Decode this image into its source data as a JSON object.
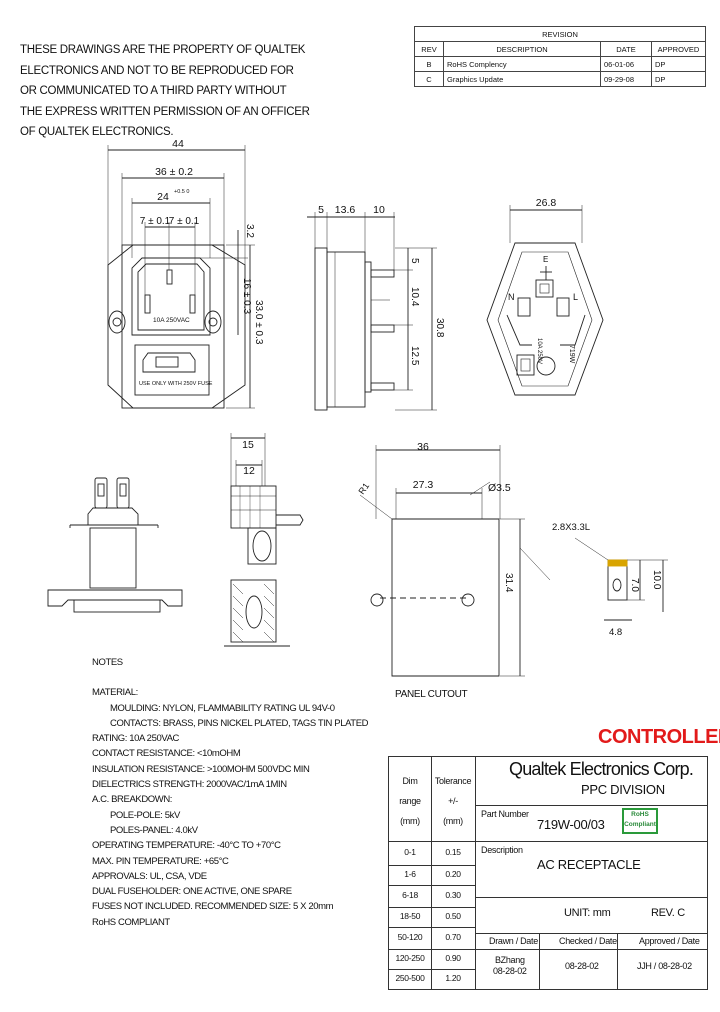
{
  "property_notice": [
    "THESE DRAWINGS ARE THE PROPERTY OF QUALTEK",
    "ELECTRONICS AND NOT TO BE REPRODUCED FOR",
    "OR COMMUNICATED TO A THIRD PARTY WITHOUT",
    "THE EXPRESS WRITTEN PERMISSION OF AN OFFICER",
    "OF QUALTEK ELECTRONICS."
  ],
  "revision": {
    "title": "REVISION",
    "headers": [
      "REV",
      "DESCRIPTION",
      "DATE",
      "APPROVED"
    ],
    "rows": [
      [
        "B",
        "RoHS Complency",
        "06-01-06",
        "DP"
      ],
      [
        "C",
        "Graphics Update",
        "09-29-08",
        "DP"
      ]
    ]
  },
  "dimensions": {
    "front_44": "44",
    "front_36": "36 ± 0.2",
    "front_24": "24",
    "front_24_tol": "+0.5 0",
    "front_7": "7 ± 0.1",
    "front_7b": "7 ± 0.1",
    "front_32": "3.2",
    "front_16": "16 ± 0.3",
    "front_330": "33.0 ± 0.3",
    "side_5": "5",
    "side_136": "13.6",
    "side_10": "10",
    "side_5v": "5",
    "side_104": "10.4",
    "side_125": "12.5",
    "side_308": "30.8",
    "rear_268": "26.8",
    "sect_15": "15",
    "sect_12": "12",
    "cut_36": "36",
    "cut_273": "27.3",
    "cut_phi": "Ø3.5",
    "cut_r1": "R1",
    "cut_314": "31.4",
    "cut_label": "PANEL CUTOUT",
    "slot_28": "2.8X3.3L",
    "slot_7": "7.0",
    "slot_10": "10.0",
    "slot_48": "4.8"
  },
  "part_labels": {
    "inner_rating": "10A 250VAC",
    "fuse_text": "USE ONLY WITH 250V FUSE",
    "rear_rating": "10A 250V",
    "rear_model": "719W",
    "rear_e": "E",
    "rear_n": "N",
    "rear_l": "L"
  },
  "notes": {
    "title": "NOTES",
    "lines": [
      {
        "text": "MATERIAL:",
        "indent": false
      },
      {
        "text": "MOULDING:  NYLON, FLAMMABILITY RATING UL 94V-0",
        "indent": true
      },
      {
        "text": "CONTACTS:  BRASS, PINS NICKEL PLATED, TAGS TIN PLATED",
        "indent": true
      },
      {
        "text": "RATING:  10A 250VAC",
        "indent": false
      },
      {
        "text": "CONTACT RESISTANCE:  <10mOHM",
        "indent": false
      },
      {
        "text": "INSULATION RESISTANCE:  >100MOHM 500VDC MIN",
        "indent": false
      },
      {
        "text": "DIELECTRICS STRENGTH: 2000VAC/1mA 1MIN",
        "indent": false
      },
      {
        "text": "A.C. BREAKDOWN:",
        "indent": false
      },
      {
        "text": "POLE-POLE:  5kV",
        "indent": true
      },
      {
        "text": "POLES-PANEL:  4.0kV",
        "indent": true
      },
      {
        "text": "OPERATING TEMPERATURE: -40°C TO +70°C",
        "indent": false
      },
      {
        "text": "MAX. PIN TEMPERATURE:  +65°C",
        "indent": false
      },
      {
        "text": "APPROVALS: UL, CSA, VDE",
        "indent": false
      },
      {
        "text": "DUAL FUSEHOLDER: ONE ACTIVE, ONE SPARE",
        "indent": false
      },
      {
        "text": "FUSES NOT INCLUDED.  RECOMMENDED SIZE:  5 X 20mm",
        "indent": false
      },
      {
        "text": "RoHS COMPLIANT",
        "indent": false
      }
    ]
  },
  "controlled": "CONTROLLED",
  "title_block": {
    "dim_header": [
      "Dim",
      "range",
      "(mm)"
    ],
    "tol_header": [
      "Tolerance",
      "+/-",
      "(mm)"
    ],
    "tolerances": [
      [
        "0-1",
        "0.15"
      ],
      [
        "1-6",
        "0.20"
      ],
      [
        "6-18",
        "0.30"
      ],
      [
        "18-50",
        "0.50"
      ],
      [
        "50-120",
        "0.70"
      ],
      [
        "120-250",
        "0.90"
      ],
      [
        "250-500",
        "1.20"
      ]
    ],
    "company": "Qualtek Electronics Corp.",
    "division": "PPC DIVISION",
    "part_number_label": "Part Number",
    "part_number": "719W-00/03",
    "rohs_badge": [
      "RoHS",
      "Compliant"
    ],
    "description_label": "Description",
    "description": "AC RECEPTACLE",
    "unit": "UNIT: mm",
    "rev": "REV. C",
    "drawn_label": "Drawn / Date",
    "checked_label": "Checked / Date",
    "approved_label": "Approved / Date",
    "drawn_name": "BZhang",
    "drawn_date": "08-28-02",
    "checked_date": "08-28-02",
    "approved": "JJH / 08-28-02"
  }
}
